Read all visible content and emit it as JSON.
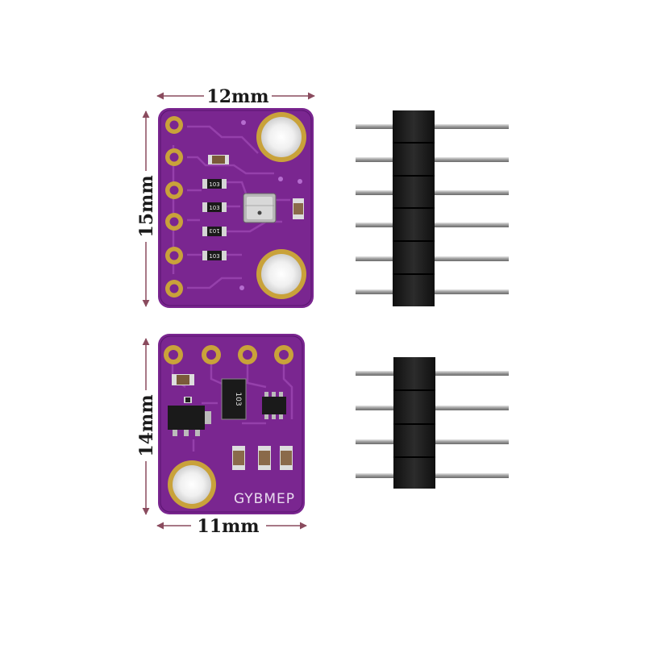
{
  "dimensions": {
    "board1_width": "12mm",
    "board1_height": "15mm",
    "board2_width": "11mm",
    "board2_height": "14mm"
  },
  "board1": {
    "resistor_labels": [
      "103",
      "103",
      "103",
      "103"
    ]
  },
  "board2": {
    "chip_label": "103",
    "silkscreen": "GYBMEP"
  },
  "colors": {
    "pcb": "#7a2690",
    "pcb_dark": "#5a1470",
    "trace": "#8f3aa6",
    "pad_gold": "#c9a23a",
    "dimension_line": "#8a4b5e",
    "header_plastic": "#1e1e1e",
    "pin_metal": "#b8b8b8"
  },
  "pin_headers": [
    {
      "pin_count": 6
    },
    {
      "pin_count": 4
    }
  ]
}
